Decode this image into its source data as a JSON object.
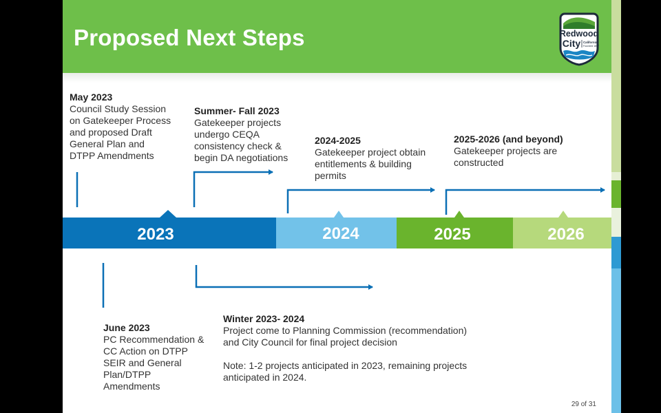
{
  "slide": {
    "title": "Proposed Next Steps",
    "page_number": "29 of 31"
  },
  "logo": {
    "line1": "Redwood",
    "line2": "City",
    "tag1": "California",
    "tag2": "Founded 1867"
  },
  "timeline": {
    "years": [
      "2023",
      "2024",
      "2025",
      "2026"
    ],
    "colors": {
      "2023": "#0a74b9",
      "2024": "#72c2e9",
      "2025": "#6ab42d",
      "2026": "#b6d97c"
    },
    "arrow_color": "#0a6fb5"
  },
  "milestones": {
    "may2023": {
      "heading": "May 2023",
      "body": "Council Study Session\non Gatekeeper Process\nand proposed Draft\nGeneral Plan and\nDTPP Amendments"
    },
    "summer2023": {
      "heading": "Summer- Fall 2023",
      "body": "Gatekeeper projects\nundergo CEQA\nconsistency check &\nbegin DA negotiations"
    },
    "y2024_2025": {
      "heading": "2024-2025",
      "body": "Gatekeeper project obtain\nentitlements & building\npermits"
    },
    "y2025_2026": {
      "heading": "2025-2026 (and beyond)",
      "body": "Gatekeeper projects are\nconstructed"
    },
    "june2023": {
      "heading": "June 2023",
      "body": "PC Recommendation &\nCC Action on DTPP\nSEIR and General\nPlan/DTPP\nAmendments"
    },
    "winter2023": {
      "heading": "Winter 2023- 2024",
      "body": "Project come to Planning Commission (recommendation)\nand City Council for final project decision",
      "note": "Note: 1-2 projects anticipated in 2023, remaining projects\nanticipated in 2024."
    }
  }
}
